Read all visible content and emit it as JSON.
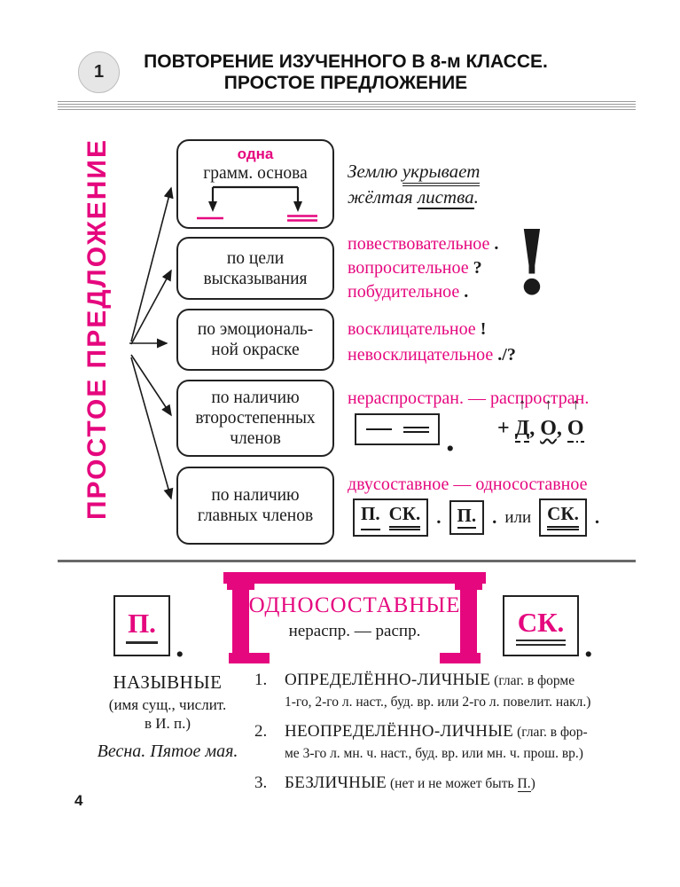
{
  "colors": {
    "accent": "#e5077e",
    "ink": "#1a1a1a"
  },
  "header": {
    "badge": "1",
    "title_line1": "ПОВТОРЕНИЕ ИЗУЧЕННОГО В 8-м КЛАССЕ.",
    "title_line2": "ПРОСТОЕ ПРЕДЛОЖЕНИЕ"
  },
  "scheme": {
    "side_label": "ПРОСТОЕ ПРЕДЛОЖЕНИЕ",
    "box_grammar": {
      "accent": "одна",
      "label": "грамм. основа"
    },
    "box_purpose": {
      "label": "по цели\nвысказывания"
    },
    "box_emotion": {
      "label": "по эмоциональ-\nной окраске"
    },
    "box_secondary": {
      "label": "по наличию\nвторостепенных\nчленов"
    },
    "box_main": {
      "label": "по наличию\nглавных членов"
    },
    "example": {
      "w1": "Землю",
      "w2": "укрывает",
      "w3": "жёлтая",
      "w4": "листва",
      "end": "."
    },
    "purpose": {
      "i1": "повествовательное",
      "p1": ".",
      "i2": "вопросительное",
      "p2": "?",
      "i3": "побудительное",
      "p3": ".",
      "big_mark": "!"
    },
    "emotion": {
      "i1": "восклицательное",
      "p1": "!",
      "i2": "невосклицательное",
      "p2": "./?"
    },
    "secondary": {
      "title": "нераспростран. — распростран.",
      "plus": "+",
      "arrow": "↑",
      "l1": "Д",
      "c1": ",",
      "l2": "О",
      "c2": ",",
      "l3": "О",
      "period": "."
    },
    "main": {
      "title": "двусоставное — односоставное",
      "p": "П.",
      "sk": "СК.",
      "period1": ".",
      "p2": "П.",
      "period2": ".",
      "or": "или",
      "sk2": "СК.",
      "period3": "."
    }
  },
  "bottom": {
    "p_label": "П.",
    "p_period": ".",
    "bracket_title": "ОДНОСОСТАВНЫЕ",
    "bracket_sub": "нераспр. — распр.",
    "sk_label": "СК.",
    "sk_period": ".",
    "nominal": {
      "title": "НАЗЫВНЫЕ",
      "note": "(имя сущ., числит.\nв И. п.)",
      "example": "Весна. Пятое мая."
    },
    "items": [
      {
        "num": "1.",
        "title": "ОПРЕДЕЛЁННО-ЛИЧНЫЕ",
        "note1": "(глаг. в форме",
        "note2": "1-го, 2-го л. наст., буд. вр. или 2-го л. повелит. накл.)"
      },
      {
        "num": "2.",
        "title": "НЕОПРЕДЕЛЁННО-ЛИЧНЫЕ",
        "note1": "(глаг. в фор-",
        "note2": "ме 3-го л. мн. ч. наст., буд. вр. или мн. ч. прош. вр.)"
      },
      {
        "num": "3.",
        "title": "БЕЗЛИЧНЫЕ",
        "note1": "(нет и не может быть",
        "note_u": "П.",
        "note2": ")"
      }
    ]
  },
  "footer": {
    "page_number": "4"
  }
}
